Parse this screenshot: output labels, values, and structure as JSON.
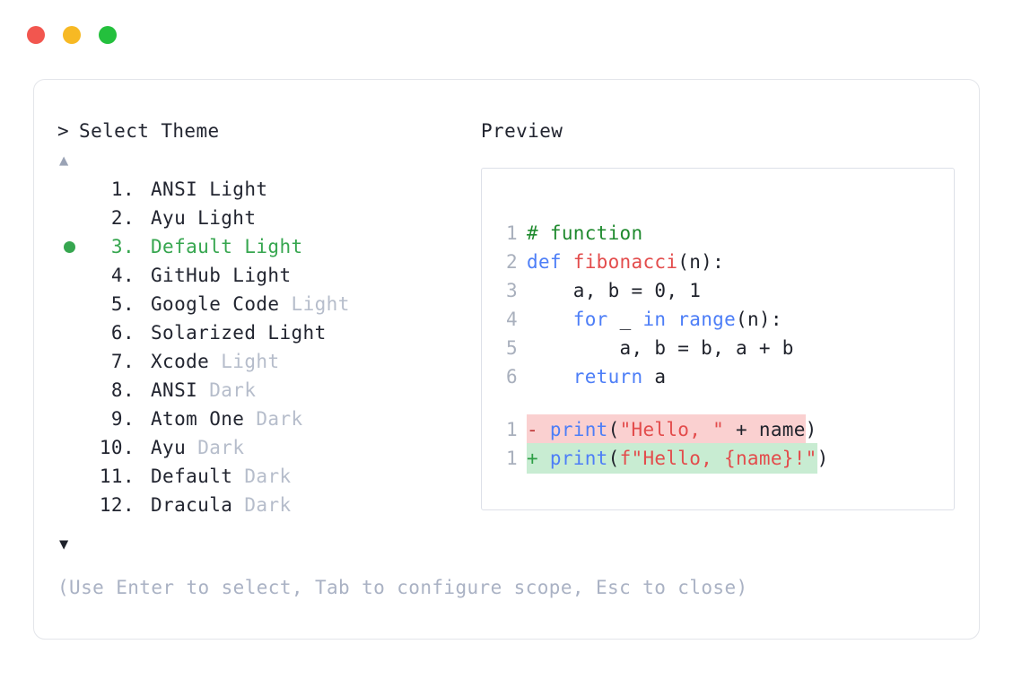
{
  "window": {
    "traffic_lights": [
      {
        "name": "close",
        "color": "#f2564f"
      },
      {
        "name": "minimize",
        "color": "#f7b924"
      },
      {
        "name": "maximize",
        "color": "#24c03d"
      }
    ]
  },
  "selector": {
    "prompt_caret": ">",
    "prompt_label": "Select Theme",
    "scroll_up_icon": "▲",
    "scroll_down_icon": "▼",
    "selected_index": 3,
    "selected_color": "#36a64f",
    "items": [
      {
        "num": "1.",
        "label": "ANSI Light",
        "suffix": "",
        "muted_suffix": false,
        "selected": false
      },
      {
        "num": "2.",
        "label": "Ayu Light",
        "suffix": "",
        "muted_suffix": false,
        "selected": false
      },
      {
        "num": "3.",
        "label": "Default Light",
        "suffix": "",
        "muted_suffix": false,
        "selected": true
      },
      {
        "num": "4.",
        "label": "GitHub Light",
        "suffix": "",
        "muted_suffix": false,
        "selected": false
      },
      {
        "num": "5.",
        "label": "Google Code ",
        "suffix": "Light",
        "muted_suffix": true,
        "selected": false
      },
      {
        "num": "6.",
        "label": "Solarized Light",
        "suffix": "",
        "muted_suffix": false,
        "selected": false
      },
      {
        "num": "7.",
        "label": "Xcode ",
        "suffix": "Light",
        "muted_suffix": true,
        "selected": false
      },
      {
        "num": "8.",
        "label": "ANSI ",
        "suffix": "Dark",
        "muted_suffix": true,
        "selected": false
      },
      {
        "num": "9.",
        "label": "Atom One ",
        "suffix": "Dark",
        "muted_suffix": true,
        "selected": false
      },
      {
        "num": "10.",
        "label": "Ayu ",
        "suffix": "Dark",
        "muted_suffix": true,
        "selected": false
      },
      {
        "num": "11.",
        "label": "Default ",
        "suffix": "Dark",
        "muted_suffix": true,
        "selected": false
      },
      {
        "num": "12.",
        "label": "Dracula ",
        "suffix": "Dark",
        "muted_suffix": true,
        "selected": false
      }
    ]
  },
  "hint": "(Use Enter to select, Tab to configure scope, Esc to close)",
  "preview": {
    "title": "Preview",
    "code_lines": [
      {
        "no": "1",
        "tokens": [
          {
            "t": "# function",
            "c": "tok-comment"
          }
        ]
      },
      {
        "no": "2",
        "tokens": [
          {
            "t": "def ",
            "c": "tok-keyword"
          },
          {
            "t": "fibonacci",
            "c": "tok-func"
          },
          {
            "t": "(n):",
            "c": "tok-plain"
          }
        ]
      },
      {
        "no": "3",
        "tokens": [
          {
            "t": "    a, b = 0, 1",
            "c": "tok-plain"
          }
        ]
      },
      {
        "no": "4",
        "tokens": [
          {
            "t": "    ",
            "c": "tok-plain"
          },
          {
            "t": "for",
            "c": "tok-keyword"
          },
          {
            "t": " _ ",
            "c": "tok-plain"
          },
          {
            "t": "in ",
            "c": "tok-keyword"
          },
          {
            "t": "range",
            "c": "tok-builtin"
          },
          {
            "t": "(n):",
            "c": "tok-plain"
          }
        ]
      },
      {
        "no": "5",
        "tokens": [
          {
            "t": "        a, b = b, a + b",
            "c": "tok-plain"
          }
        ]
      },
      {
        "no": "6",
        "tokens": [
          {
            "t": "    ",
            "c": "tok-plain"
          },
          {
            "t": "return",
            "c": "tok-keyword"
          },
          {
            "t": " a",
            "c": "tok-plain"
          }
        ]
      }
    ],
    "diff_lines": [
      {
        "no": "1",
        "kind": "del",
        "mark": "-",
        "tokens": [
          {
            "t": "print",
            "c": "tok-builtin"
          },
          {
            "t": "(",
            "c": "tok-plain"
          },
          {
            "t": "\"Hello, \"",
            "c": "tok-string"
          },
          {
            "t": " + name",
            "c": "tok-plain"
          }
        ],
        "tail": ")",
        "bg": "#fad0d0"
      },
      {
        "no": "1",
        "kind": "add",
        "mark": "+",
        "tokens": [
          {
            "t": "print",
            "c": "tok-builtin"
          },
          {
            "t": "(",
            "c": "tok-plain"
          },
          {
            "t": "f\"Hello, {name}!\"",
            "c": "tok-string"
          }
        ],
        "tail": ")",
        "bg": "#c8ecd2"
      }
    ]
  }
}
